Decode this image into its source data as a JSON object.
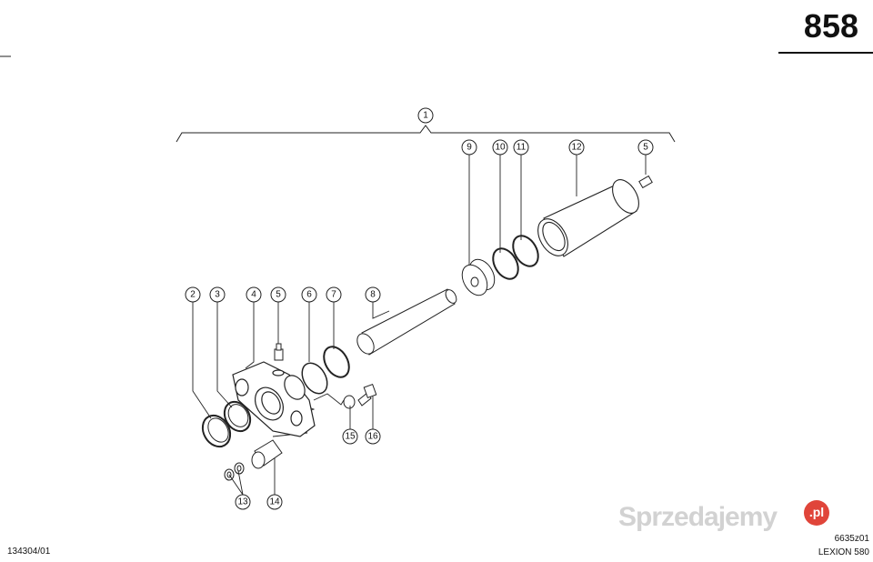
{
  "page_number": "858",
  "document_number": "134304/01",
  "figure_number": "6635z01",
  "model": "LEXION 580",
  "watermark": {
    "text": "Sprzedajemy",
    "badge": ".pl"
  },
  "callouts": [
    "1",
    "2",
    "3",
    "4",
    "5",
    "6",
    "7",
    "8",
    "9",
    "10",
    "11",
    "12",
    "5",
    "13",
    "14",
    "15",
    "16"
  ]
}
